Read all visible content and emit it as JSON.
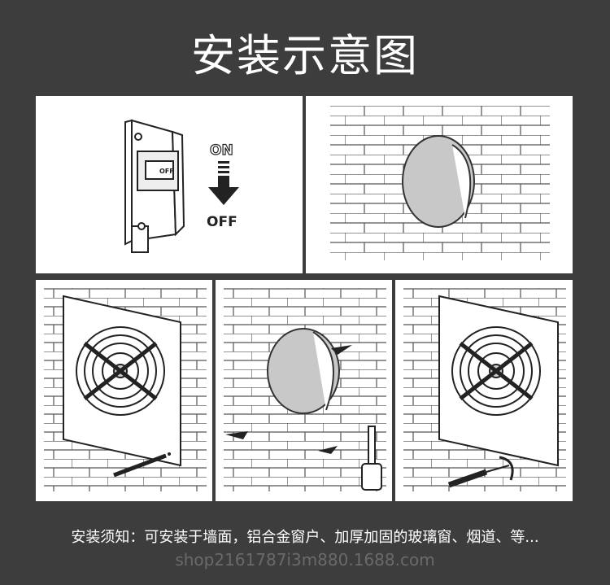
{
  "title": "安装示意图",
  "steps": [
    {
      "name": "switch-off",
      "switch_label": "OFF",
      "on_label": "ON",
      "off_label": "OFF"
    },
    {
      "name": "cut-hole"
    },
    {
      "name": "mark-holes"
    },
    {
      "name": "insert-anchors"
    },
    {
      "name": "screw-fan"
    }
  ],
  "notice": "安装须知：可安装于墙面，铝合金窗户、加厚加固的玻璃窗、烟道、等...",
  "watermark": "shop2161787i3m880.1688.com",
  "colors": {
    "background": "#3d3d3d",
    "panel": "#ffffff",
    "hole": "#c8c8c8"
  }
}
